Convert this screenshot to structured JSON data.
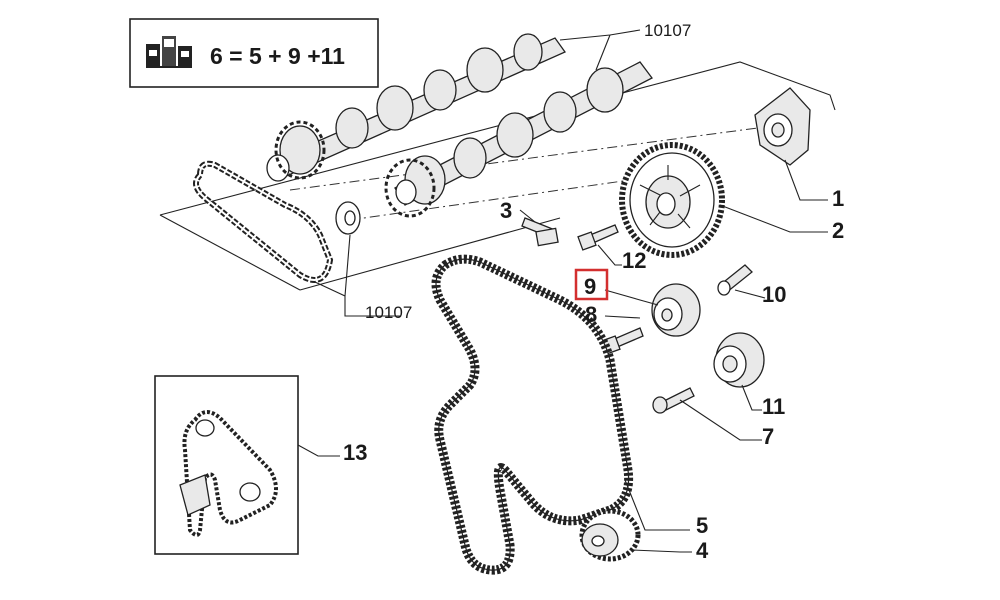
{
  "kit_box": {
    "formula": "6 = 5 + 9 +11",
    "icon": "parts-kit-icon"
  },
  "callouts": [
    {
      "id": "camshafts-top",
      "text": "10107"
    },
    {
      "id": "chain-bottom",
      "text": "10107"
    },
    {
      "id": "part-1",
      "text": "1"
    },
    {
      "id": "part-2",
      "text": "2"
    },
    {
      "id": "part-3",
      "text": "3"
    },
    {
      "id": "part-12",
      "text": "12"
    },
    {
      "id": "part-9",
      "text": "9"
    },
    {
      "id": "part-8",
      "text": "8"
    },
    {
      "id": "part-10",
      "text": "10"
    },
    {
      "id": "part-11",
      "text": "11"
    },
    {
      "id": "part-7",
      "text": "7"
    },
    {
      "id": "part-13",
      "text": "13"
    },
    {
      "id": "part-5",
      "text": "5"
    },
    {
      "id": "part-4",
      "text": "4"
    }
  ],
  "highlight": {
    "target": "part-9",
    "color": "#d32f2f"
  },
  "colors": {
    "line": "#222222",
    "fill": "#e9e9e9"
  }
}
